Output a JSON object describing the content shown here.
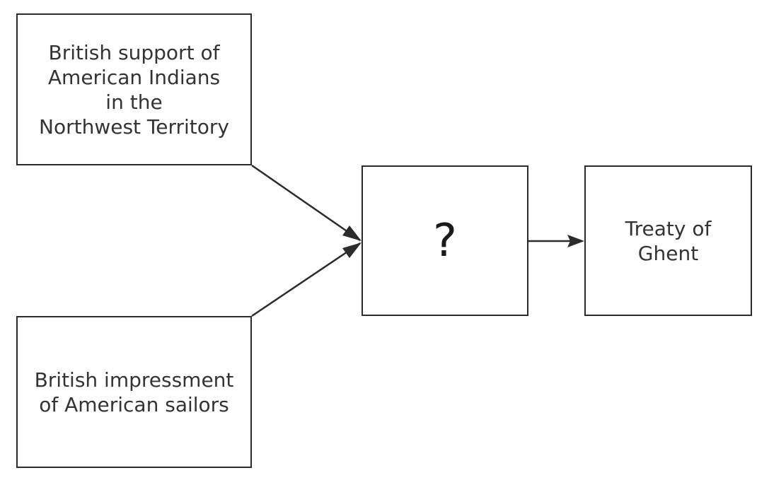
{
  "diagram": {
    "boxes": {
      "cause_1": "British support of\nAmerican Indians\nin the\nNorthwest Territory",
      "cause_2": "British impressment\nof American sailors",
      "unknown": "?",
      "result": "Treaty of\nGhent"
    },
    "connections": [
      {
        "from": "cause_1",
        "to": "unknown"
      },
      {
        "from": "cause_2",
        "to": "unknown"
      },
      {
        "from": "unknown",
        "to": "result"
      }
    ],
    "colors": {
      "stroke": "#2b2b2b",
      "text": "#333333",
      "background": "#ffffff"
    }
  }
}
